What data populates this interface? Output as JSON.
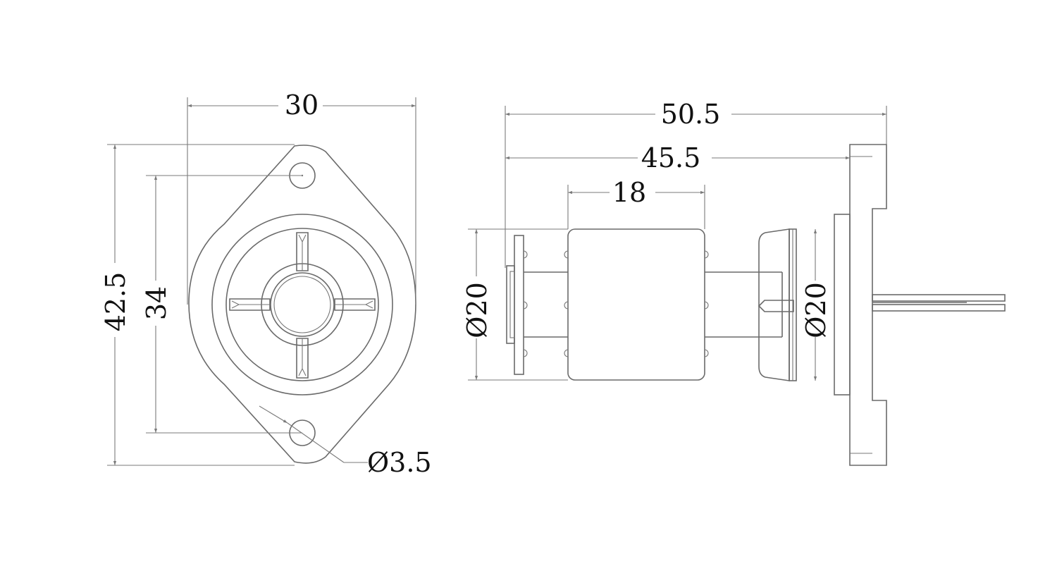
{
  "front_view": {
    "width_label": "30",
    "height_label": "42.5",
    "hole_spacing_label": "34",
    "hole_diameter_label": "Ø3.5"
  },
  "side_view": {
    "overall_length_label": "50.5",
    "body_length_label": "45.5",
    "coil_length_label": "18",
    "coil_diameter_label": "Ø20",
    "flange_diameter_label": "Ø20"
  },
  "colors": {
    "line": "#6a6a6a",
    "text": "#111111",
    "background": "#ffffff"
  }
}
